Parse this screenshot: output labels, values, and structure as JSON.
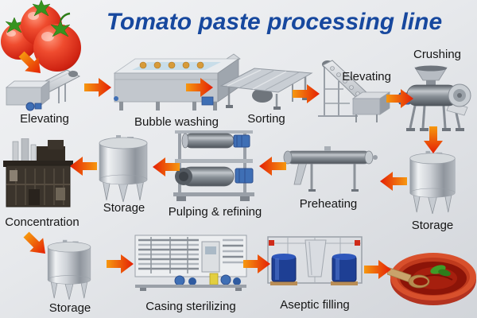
{
  "title": "Tomato paste processing line",
  "colors": {
    "title_blue": "#17489e",
    "arrow_orange": "#f6980f",
    "arrow_red": "#e41f05",
    "label_black": "#161616"
  },
  "stages": [
    {
      "id": "tomatoes"
    },
    {
      "id": "elevating-1",
      "label": "Elevating"
    },
    {
      "id": "bubble-washing",
      "label": "Bubble washing"
    },
    {
      "id": "sorting",
      "label": "Sorting"
    },
    {
      "id": "elevating-2",
      "label": "Elevating"
    },
    {
      "id": "crushing",
      "label": "Crushing"
    },
    {
      "id": "storage-1",
      "label": "Storage"
    },
    {
      "id": "preheating",
      "label": "Preheating"
    },
    {
      "id": "pulping-refining",
      "label": "Pulping & refining"
    },
    {
      "id": "storage-2",
      "label": "Storage"
    },
    {
      "id": "concentration",
      "label": "Concentration"
    },
    {
      "id": "storage-3",
      "label": "Storage"
    },
    {
      "id": "casing-sterilizing",
      "label": "Casing sterilizing"
    },
    {
      "id": "aseptic-filling",
      "label": "Aseptic filling"
    },
    {
      "id": "tomato-paste"
    }
  ]
}
